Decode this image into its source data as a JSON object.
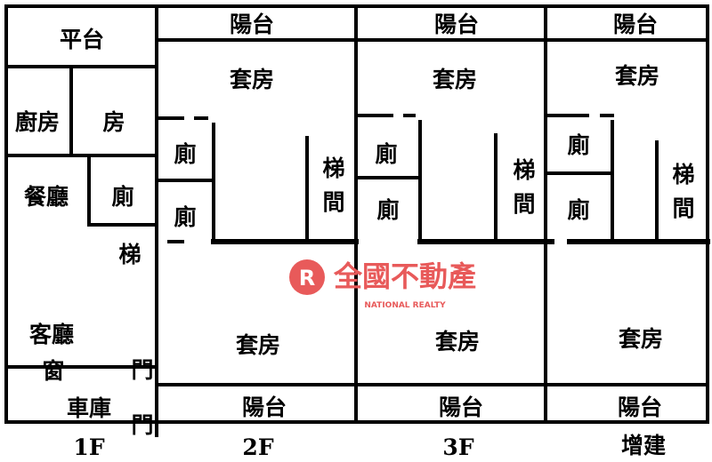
{
  "floors": {
    "f1": {
      "label": "1F",
      "platform": "平台",
      "kitchen": "廚房",
      "room": "房",
      "dining": "餐廳",
      "toilet": "廁",
      "stairs": "梯",
      "living": "客廳",
      "window": "窗",
      "door1": "門",
      "garage": "車庫",
      "door2": "門"
    },
    "f2": {
      "label": "2F",
      "balcony_top": "陽台",
      "suite_top": "套房",
      "toilet1": "廁",
      "toilet2": "廁",
      "stairs": "梯間",
      "suite_bottom": "套房",
      "balcony_bottom": "陽台"
    },
    "f3": {
      "label": "3F",
      "balcony_top": "陽台",
      "suite_top": "套房",
      "toilet1": "廁",
      "toilet2": "廁",
      "stairs": "梯間",
      "suite_bottom": "套房",
      "balcony_bottom": "陽台"
    },
    "ext": {
      "label": "增建",
      "balcony_top": "陽台",
      "suite_top": "套房",
      "toilet1": "廁",
      "toilet2": "廁",
      "stairs": "梯間",
      "suite_bottom": "套房",
      "balcony_bottom": "陽台"
    }
  },
  "watermark": {
    "name": "全國不動產",
    "subtitle": "NATIONAL REALTY",
    "logo": "R",
    "color": "#e85a5a"
  }
}
